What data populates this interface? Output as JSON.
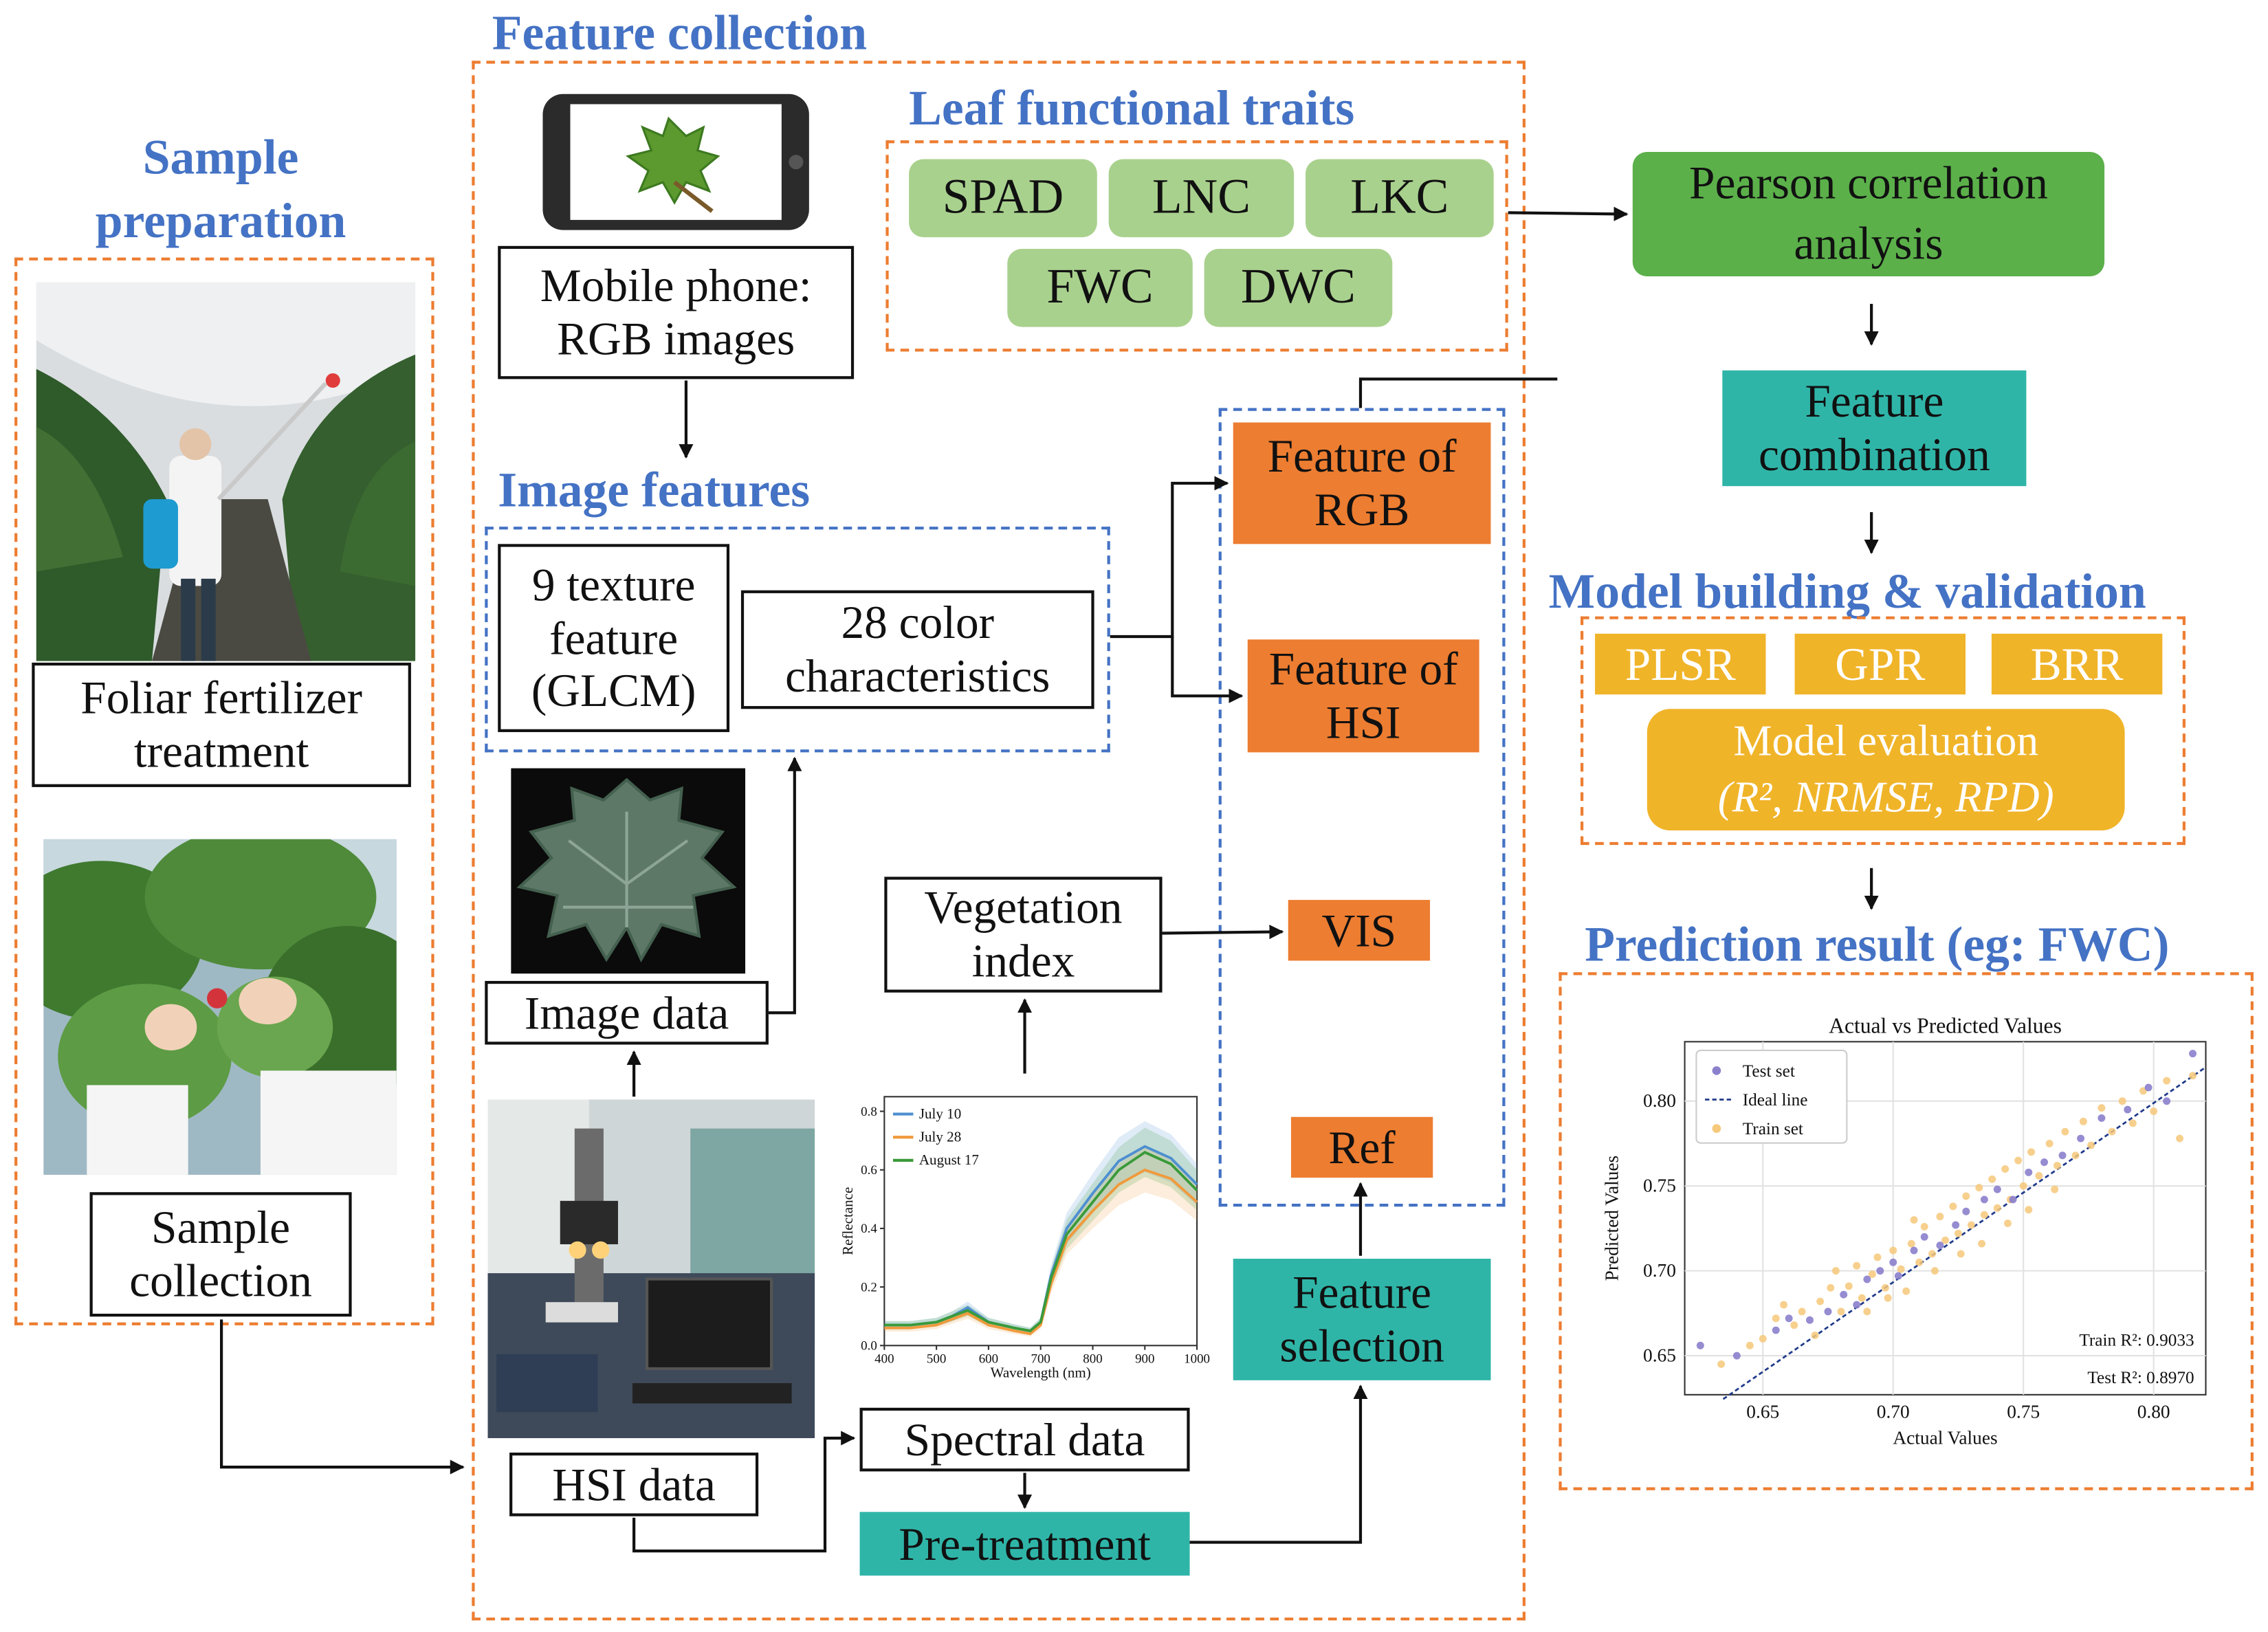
{
  "sample_preparation": {
    "title": "Sample preparation",
    "foliar_treatment": "Foliar fertilizer treatment",
    "sample_collection": "Sample collection"
  },
  "feature_collection": {
    "title": "Feature collection",
    "mobile_phone": "Mobile phone: RGB images",
    "leaf_traits": {
      "title": "Leaf functional traits",
      "items": [
        "SPAD",
        "LNC",
        "LKC",
        "FWC",
        "DWC"
      ]
    },
    "image_features": {
      "title": "Image features",
      "texture": "9 texture feature (GLCM)",
      "color": "28 color characteristics"
    },
    "image_data": "Image data",
    "hsi_data": "HSI data",
    "spectral_data": "Spectral data",
    "pretreatment": "Pre-treatment",
    "vegetation_index": "Vegetation index",
    "feature_selection": "Feature selection",
    "feature_rgb": "Feature of RGB",
    "feature_hsi": "Feature of HSI",
    "vis": "VIS",
    "ref": "Ref"
  },
  "pearson": "Pearson correlation analysis",
  "feature_combination": "Feature combination",
  "model": {
    "title": "Model building & validation",
    "models": [
      "PLSR",
      "GPR",
      "BRR"
    ],
    "evaluation_line1": "Model evaluation",
    "evaluation_line2": "(R², NRMSE, RPD)"
  },
  "prediction": {
    "title": "Prediction result (eg: FWC)"
  },
  "spectral_chart": {
    "type": "line",
    "xlabel": "Wavelength (nm)",
    "ylabel": "Reflectance",
    "xlim": [
      400,
      1000
    ],
    "ylim": [
      0,
      0.85
    ],
    "x_ticks": [
      400,
      500,
      600,
      700,
      800,
      900,
      1000
    ],
    "y_ticks": [
      "0.0",
      "0.2",
      "0.4",
      "0.6",
      "0.8"
    ],
    "colors": [
      "#4e8fd0",
      "#f09a3c",
      "#3a9a3a"
    ],
    "series": [
      {
        "name": "July 10",
        "x": [
          400,
          450,
          500,
          530,
          560,
          600,
          650,
          680,
          700,
          720,
          750,
          800,
          850,
          900,
          950,
          1000
        ],
        "y": [
          0.07,
          0.07,
          0.08,
          0.1,
          0.13,
          0.08,
          0.06,
          0.05,
          0.08,
          0.24,
          0.4,
          0.52,
          0.63,
          0.68,
          0.64,
          0.55
        ]
      },
      {
        "name": "July 28",
        "x": [
          400,
          450,
          500,
          530,
          560,
          600,
          650,
          680,
          700,
          720,
          750,
          800,
          850,
          900,
          950,
          1000
        ],
        "y": [
          0.06,
          0.06,
          0.07,
          0.09,
          0.11,
          0.07,
          0.05,
          0.04,
          0.07,
          0.21,
          0.36,
          0.46,
          0.55,
          0.6,
          0.57,
          0.49
        ]
      },
      {
        "name": "August 17",
        "x": [
          400,
          450,
          500,
          530,
          560,
          600,
          650,
          680,
          700,
          720,
          750,
          800,
          850,
          900,
          950,
          1000
        ],
        "y": [
          0.07,
          0.07,
          0.08,
          0.1,
          0.12,
          0.08,
          0.06,
          0.05,
          0.08,
          0.23,
          0.38,
          0.49,
          0.6,
          0.66,
          0.62,
          0.53
        ]
      }
    ]
  },
  "chart_data": {
    "type": "scatter",
    "title": "Actual vs Predicted Values",
    "xlabel": "Actual Values",
    "ylabel": "Predicted Values",
    "xlim": [
      0.62,
      0.82
    ],
    "ylim": [
      0.627,
      0.835
    ],
    "x_ticks": [
      "0.65",
      "0.70",
      "0.75",
      "0.80"
    ],
    "y_ticks": [
      "0.65",
      "0.70",
      "0.75",
      "0.80"
    ],
    "legend": [
      "Test set",
      "Ideal line",
      "Train set"
    ],
    "legend_position": "top-left",
    "grid": true,
    "annotations": [
      "Train R²: 0.9033",
      "Test R²: 0.8970"
    ],
    "colors": {
      "test": "#8a80cc",
      "train": "#f6c87a",
      "ideal": "#1f3a8a"
    },
    "series": [
      {
        "name": "Test set",
        "points": [
          [
            0.626,
            0.656
          ],
          [
            0.64,
            0.65
          ],
          [
            0.655,
            0.665
          ],
          [
            0.66,
            0.672
          ],
          [
            0.668,
            0.671
          ],
          [
            0.675,
            0.676
          ],
          [
            0.681,
            0.686
          ],
          [
            0.686,
            0.68
          ],
          [
            0.69,
            0.695
          ],
          [
            0.695,
            0.7
          ],
          [
            0.7,
            0.705
          ],
          [
            0.702,
            0.697
          ],
          [
            0.708,
            0.712
          ],
          [
            0.712,
            0.72
          ],
          [
            0.718,
            0.715
          ],
          [
            0.724,
            0.727
          ],
          [
            0.728,
            0.735
          ],
          [
            0.735,
            0.742
          ],
          [
            0.74,
            0.748
          ],
          [
            0.746,
            0.742
          ],
          [
            0.752,
            0.758
          ],
          [
            0.758,
            0.764
          ],
          [
            0.765,
            0.768
          ],
          [
            0.772,
            0.778
          ],
          [
            0.78,
            0.79
          ],
          [
            0.79,
            0.795
          ],
          [
            0.798,
            0.808
          ],
          [
            0.805,
            0.8
          ],
          [
            0.815,
            0.828
          ]
        ]
      },
      {
        "name": "Train set",
        "points": [
          [
            0.634,
            0.645
          ],
          [
            0.645,
            0.656
          ],
          [
            0.65,
            0.66
          ],
          [
            0.655,
            0.672
          ],
          [
            0.658,
            0.68
          ],
          [
            0.662,
            0.668
          ],
          [
            0.665,
            0.676
          ],
          [
            0.67,
            0.662
          ],
          [
            0.672,
            0.682
          ],
          [
            0.676,
            0.69
          ],
          [
            0.68,
            0.676
          ],
          [
            0.683,
            0.691
          ],
          [
            0.686,
            0.703
          ],
          [
            0.688,
            0.684
          ],
          [
            0.692,
            0.698
          ],
          [
            0.694,
            0.708
          ],
          [
            0.697,
            0.69
          ],
          [
            0.7,
            0.712
          ],
          [
            0.703,
            0.701
          ],
          [
            0.705,
            0.688
          ],
          [
            0.707,
            0.716
          ],
          [
            0.71,
            0.705
          ],
          [
            0.712,
            0.726
          ],
          [
            0.715,
            0.71
          ],
          [
            0.718,
            0.732
          ],
          [
            0.72,
            0.718
          ],
          [
            0.723,
            0.738
          ],
          [
            0.725,
            0.722
          ],
          [
            0.728,
            0.744
          ],
          [
            0.73,
            0.727
          ],
          [
            0.733,
            0.749
          ],
          [
            0.735,
            0.733
          ],
          [
            0.738,
            0.754
          ],
          [
            0.74,
            0.737
          ],
          [
            0.743,
            0.76
          ],
          [
            0.745,
            0.742
          ],
          [
            0.748,
            0.765
          ],
          [
            0.75,
            0.75
          ],
          [
            0.753,
            0.77
          ],
          [
            0.756,
            0.756
          ],
          [
            0.76,
            0.775
          ],
          [
            0.763,
            0.762
          ],
          [
            0.766,
            0.782
          ],
          [
            0.77,
            0.768
          ],
          [
            0.773,
            0.788
          ],
          [
            0.776,
            0.774
          ],
          [
            0.78,
            0.796
          ],
          [
            0.784,
            0.782
          ],
          [
            0.788,
            0.8
          ],
          [
            0.792,
            0.787
          ],
          [
            0.796,
            0.806
          ],
          [
            0.8,
            0.794
          ],
          [
            0.805,
            0.812
          ],
          [
            0.81,
            0.778
          ],
          [
            0.815,
            0.815
          ],
          [
            0.678,
            0.7
          ],
          [
            0.698,
            0.684
          ],
          [
            0.716,
            0.7
          ],
          [
            0.734,
            0.716
          ],
          [
            0.752,
            0.736
          ],
          [
            0.69,
            0.676
          ],
          [
            0.708,
            0.73
          ],
          [
            0.726,
            0.71
          ],
          [
            0.744,
            0.728
          ],
          [
            0.762,
            0.748
          ]
        ]
      }
    ]
  }
}
